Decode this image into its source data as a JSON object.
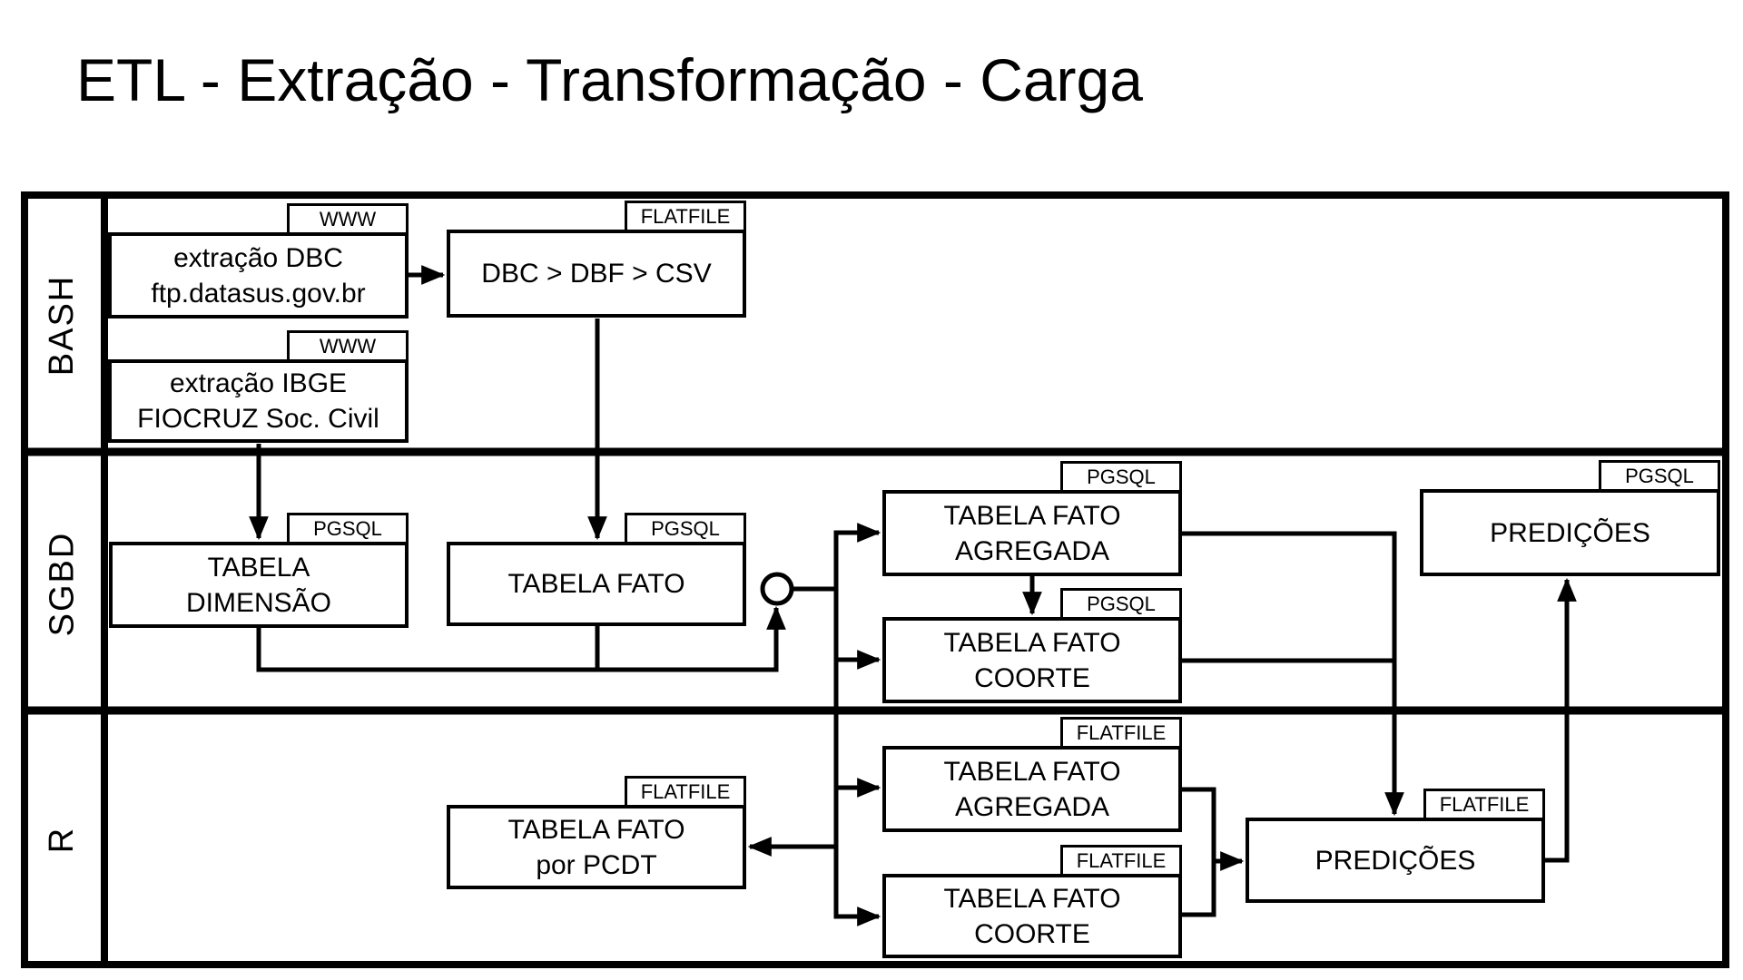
{
  "title": "ETL - Extração - Transformação - Carga",
  "colors": {
    "ink": "#000000",
    "paper": "#ffffff"
  },
  "lanes": [
    {
      "id": "bash",
      "label": "BASH"
    },
    {
      "id": "sgbd",
      "label": "SGBD"
    },
    {
      "id": "r",
      "label": "R"
    }
  ],
  "nodes": [
    {
      "id": "extracao_dbc",
      "lane": "BASH",
      "badge": "WWW",
      "label": "extração DBC\nftp.datasus.gov.br"
    },
    {
      "id": "dbc_dbf_csv",
      "lane": "BASH",
      "badge": "FLATFILE",
      "label": "DBC > DBF > CSV"
    },
    {
      "id": "extracao_ibge",
      "lane": "BASH",
      "badge": "WWW",
      "label": "extração IBGE\nFIOCRUZ Soc. Civil"
    },
    {
      "id": "tabela_dimensao",
      "lane": "SGBD",
      "badge": "PGSQL",
      "label": "TABELA\nDIMENSÃO"
    },
    {
      "id": "tabela_fato",
      "lane": "SGBD",
      "badge": "PGSQL",
      "label": "TABELA FATO"
    },
    {
      "id": "tabela_fato_agregada_pgsql",
      "lane": "SGBD",
      "badge": "PGSQL",
      "label": "TABELA FATO\nAGREGADA"
    },
    {
      "id": "tabela_fato_coorte_pgsql",
      "lane": "SGBD",
      "badge": "PGSQL",
      "label": "TABELA FATO\nCOORTE"
    },
    {
      "id": "predicoes_pgsql",
      "lane": "SGBD",
      "badge": "PGSQL",
      "label": "PREDIÇÕES"
    },
    {
      "id": "tabela_fato_por_pcdt",
      "lane": "R",
      "badge": "FLATFILE",
      "label": "TABELA FATO\npor PCDT"
    },
    {
      "id": "tabela_fato_agregada_ff",
      "lane": "R",
      "badge": "FLATFILE",
      "label": "TABELA FATO\nAGREGADA"
    },
    {
      "id": "tabela_fato_coorte_ff",
      "lane": "R",
      "badge": "FLATFILE",
      "label": "TABELA FATO\nCOORTE"
    },
    {
      "id": "predicoes_flatfile",
      "lane": "R",
      "badge": "FLATFILE",
      "label": "PREDIÇÕES"
    }
  ],
  "connector": {
    "type": "join-circle",
    "between": "tabela_dimensao + tabela_fato"
  },
  "edges": [
    {
      "from": "extracao_dbc",
      "to": "dbc_dbf_csv"
    },
    {
      "from": "extracao_ibge",
      "to": "tabela_dimensao"
    },
    {
      "from": "dbc_dbf_csv",
      "to": "tabela_fato"
    },
    {
      "from": "tabela_dimensao",
      "to": "join_circle"
    },
    {
      "from": "tabela_fato",
      "to": "join_circle"
    },
    {
      "from": "join_circle",
      "to": "tabela_fato_agregada_pgsql"
    },
    {
      "from": "join_circle",
      "to": "tabela_fato_coorte_pgsql"
    },
    {
      "from": "join_circle",
      "to": "tabela_fato_agregada_ff"
    },
    {
      "from": "join_circle",
      "to": "tabela_fato_por_pcdt"
    },
    {
      "from": "join_circle",
      "to": "tabela_fato_coorte_ff"
    },
    {
      "from": "tabela_fato_agregada_pgsql",
      "to": "tabela_fato_coorte_pgsql"
    },
    {
      "from": "tabela_fato_agregada_pgsql",
      "to": "predicoes_flatfile"
    },
    {
      "from": "tabela_fato_coorte_pgsql",
      "to": "predicoes_flatfile"
    },
    {
      "from": "tabela_fato_agregada_ff",
      "to": "predicoes_flatfile"
    },
    {
      "from": "tabela_fato_coorte_ff",
      "to": "predicoes_flatfile"
    },
    {
      "from": "predicoes_flatfile",
      "to": "predicoes_pgsql"
    }
  ]
}
